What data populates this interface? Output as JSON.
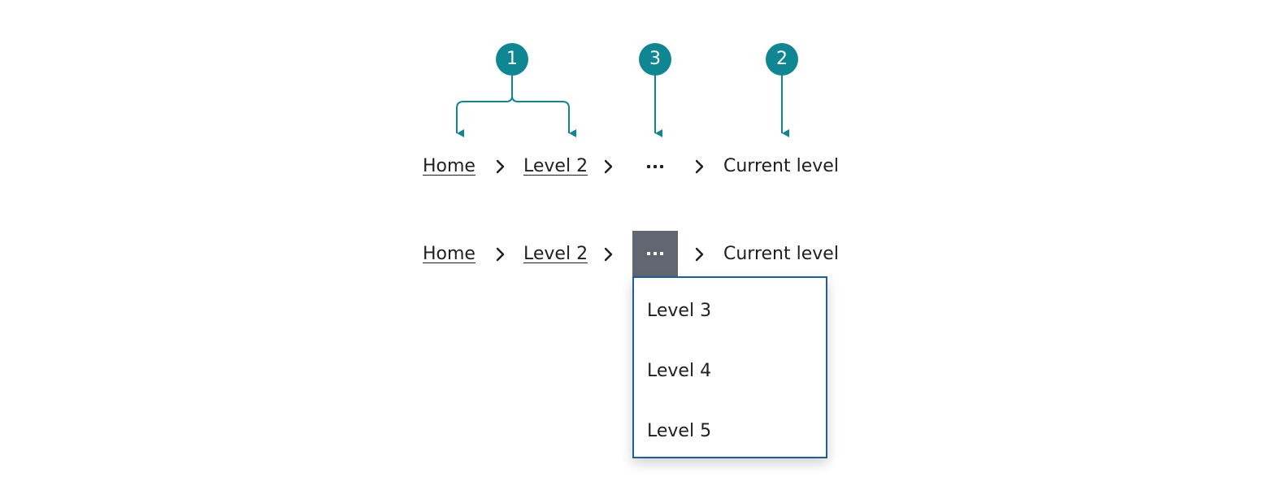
{
  "colors": {
    "annotation": "#0f8793",
    "text": "#1f1f1f",
    "overflow_active_bg": "#626670",
    "menu_border": "#1f5f97"
  },
  "annotations": [
    {
      "number": "1"
    },
    {
      "number": "3"
    },
    {
      "number": "2"
    }
  ],
  "breadcrumb_default": {
    "home": "Home",
    "level2": "Level 2",
    "current": "Current level",
    "separator_icon": "chevron-right-icon",
    "overflow_icon": "ellipsis-icon"
  },
  "breadcrumb_expanded": {
    "home": "Home",
    "level2": "Level 2",
    "current": "Current level",
    "separator_icon": "chevron-right-icon",
    "overflow_icon": "ellipsis-icon",
    "menu_items": [
      "Level 3",
      "Level 4",
      "Level 5"
    ]
  }
}
